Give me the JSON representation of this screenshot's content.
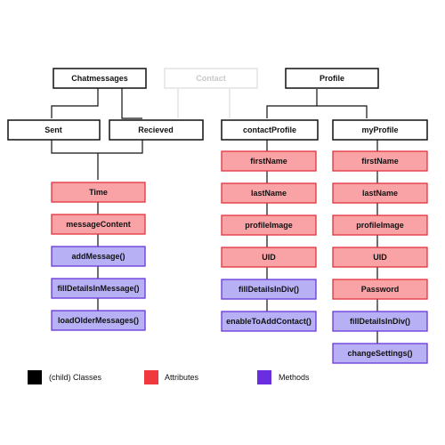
{
  "colors": {
    "class_fill": "#ffffff",
    "class_stroke": "#111111",
    "faded_stroke": "#d4d4d4",
    "faded_text": "#c8c8c8",
    "line": "#111111",
    "faded_line": "#d4d4d4",
    "attribute_fill": "#f9a3a6",
    "attribute_stroke": "#e0343c",
    "method_fill": "#b7b0f5",
    "method_stroke": "#6a35d8",
    "legend_class": "#000000",
    "legend_attribute": "#f0393f",
    "legend_method": "#6a2ee0"
  },
  "classes": {
    "chatmessages": "Chatmessages",
    "contact": "Contact",
    "profile": "Profile",
    "sent": "Sent",
    "recieved": "Recieved",
    "contact_profile": "contactProfile",
    "my_profile": "myProfile"
  },
  "chat_members": [
    {
      "kind": "attribute",
      "label": "Time"
    },
    {
      "kind": "attribute",
      "label": "messageContent"
    },
    {
      "kind": "method",
      "label": "addMessage()"
    },
    {
      "kind": "method",
      "label": "fillDetailsInMessage()"
    },
    {
      "kind": "method",
      "label": "loadOlderMessages()"
    }
  ],
  "contact_profile_members": [
    {
      "kind": "attribute",
      "label": "firstName"
    },
    {
      "kind": "attribute",
      "label": "lastName"
    },
    {
      "kind": "attribute",
      "label": "profileImage"
    },
    {
      "kind": "attribute",
      "label": "UID"
    },
    {
      "kind": "method",
      "label": "fillDetailsInDiv()"
    },
    {
      "kind": "method",
      "label": "enableToAddContact()"
    }
  ],
  "my_profile_members": [
    {
      "kind": "attribute",
      "label": "firstName"
    },
    {
      "kind": "attribute",
      "label": "lastName"
    },
    {
      "kind": "attribute",
      "label": "profileImage"
    },
    {
      "kind": "attribute",
      "label": "UID"
    },
    {
      "kind": "attribute",
      "label": "Password"
    },
    {
      "kind": "method",
      "label": "fillDetailsInDiv()"
    },
    {
      "kind": "method",
      "label": "changeSettings()"
    }
  ],
  "legend": {
    "classes": "(child) Classes",
    "attributes": "Attributes",
    "methods": "Methods"
  }
}
